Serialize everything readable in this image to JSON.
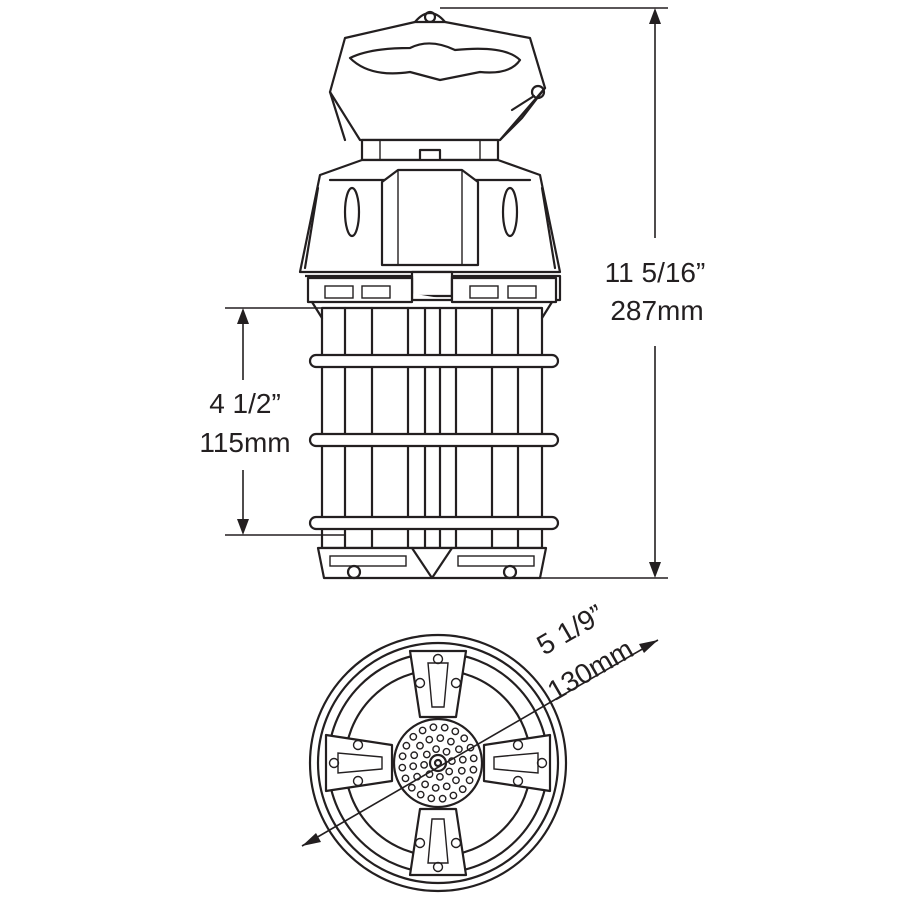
{
  "dimensions": {
    "height_total": {
      "imperial": "11 5/16”",
      "metric": "287mm"
    },
    "cage_height": {
      "imperial": "4 1/2”",
      "metric": "115mm"
    },
    "diameter": {
      "imperial": "5 1/9”",
      "metric": "130mm"
    }
  },
  "colors": {
    "line": "#231f20",
    "background": "#ffffff"
  }
}
